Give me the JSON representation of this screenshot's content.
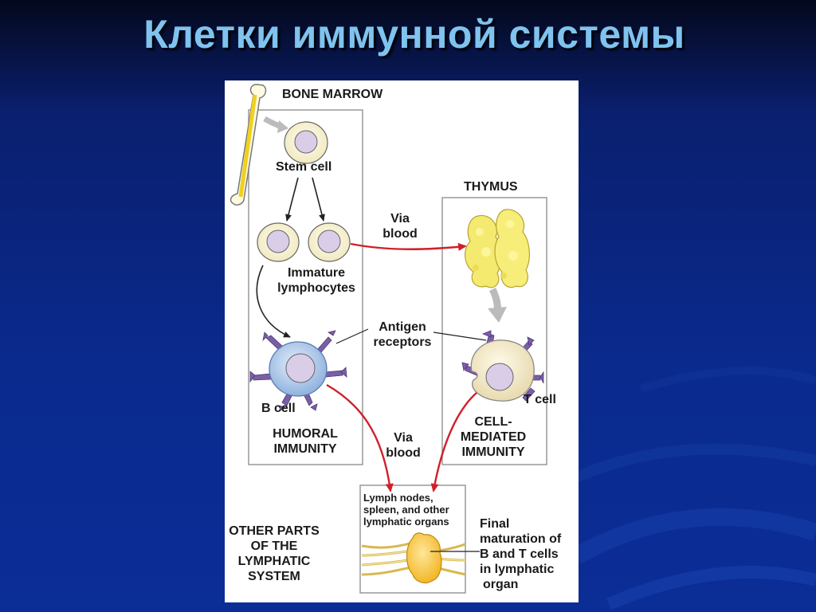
{
  "slide": {
    "title": "Клетки иммунной системы"
  },
  "diagram": {
    "bone_marrow": "BONE MARROW",
    "stem_cell": "Stem cell",
    "immature_l1": "Immature",
    "immature_l2": "lymphocytes",
    "via_blood_top_l1": "Via",
    "via_blood_top_l2": "blood",
    "thymus": "THYMUS",
    "antigen_l1": "Antigen",
    "antigen_l2": "receptors",
    "b_cell": "B cell",
    "t_cell": "T cell",
    "humoral_l1": "HUMORAL",
    "humoral_l2": "IMMUNITY",
    "via_blood_bottom_l1": "Via",
    "via_blood_bottom_l2": "blood",
    "cell_mediated_l1": "CELL-",
    "cell_mediated_l2": "MEDIATED",
    "cell_mediated_l3": "IMMUNITY",
    "lymph_l1": "Lymph nodes,",
    "lymph_l2": "spleen, and other",
    "lymph_l3": "lymphatic organs",
    "other_parts_l1": "OTHER PARTS",
    "other_parts_l2": "OF THE",
    "other_parts_l3": "LYMPHATIC",
    "other_parts_l4": "SYSTEM",
    "final_l1": "Final",
    "final_l2": "maturation of",
    "final_l3": "B and T cells",
    "final_l4": "in lymphatic",
    "final_l5": "organ"
  },
  "colors": {
    "title": "#7fc3ee",
    "background": "#0a2a8e",
    "arrow_red": "#d0202a",
    "cell_fill": "#fbf6da",
    "nucleus": "#d9cde8",
    "b_cell_fill": "#bcd2ec",
    "receptor": "#7a5ea8",
    "thymus": "#f5ea70"
  }
}
